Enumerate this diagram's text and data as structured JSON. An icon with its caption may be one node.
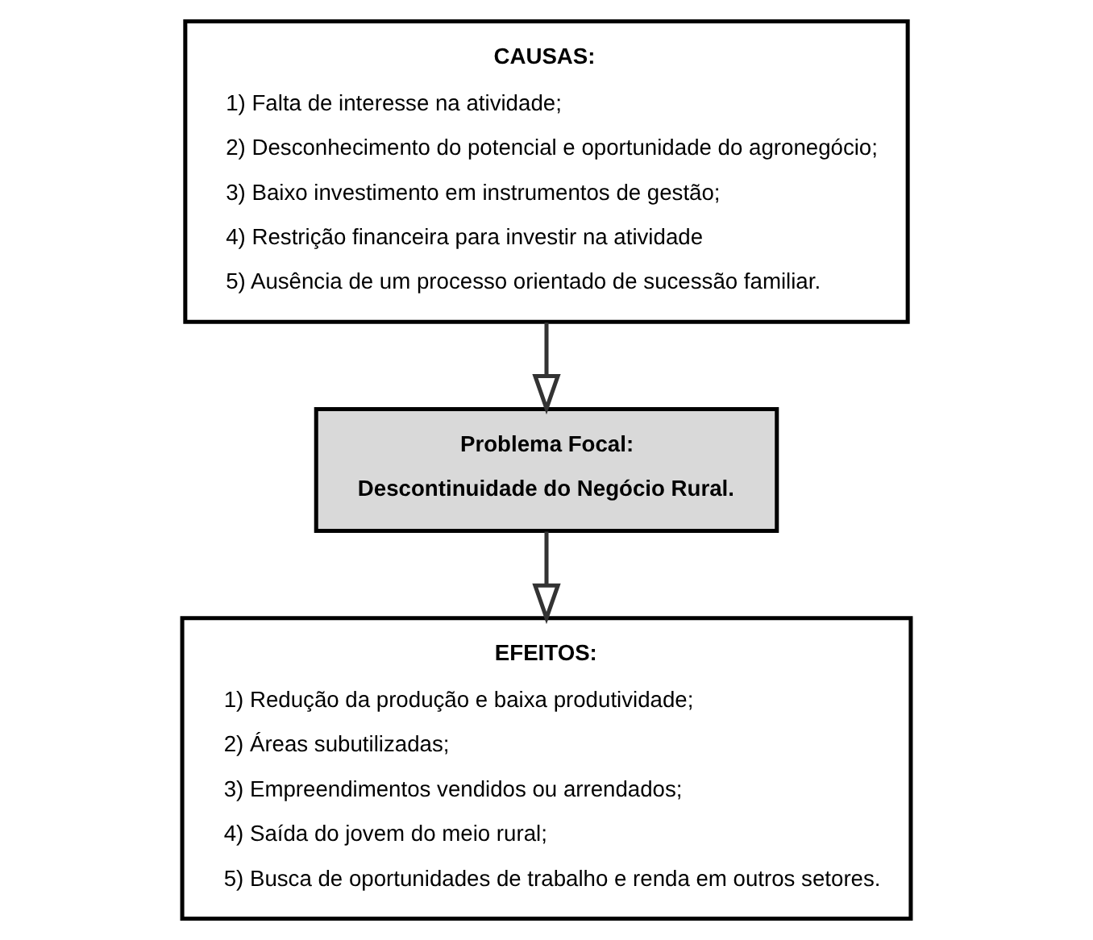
{
  "diagram": {
    "nodes": [
      {
        "text": [
          "CAUSAS:",
          "1) Falta de interesse na atividade;",
          "2) Desconhecimento do potencial e oportunidade do agronegócio;",
          "3) Baixo investimento em instrumentos de gestão;",
          "4) Restrição financeira para investir na atividade",
          "5) Ausência de um processo orientado de sucessão familiar."
        ]
      },
      {
        "text": [
          "Problema Focal:",
          "Descontinuidade do Negócio Rural."
        ]
      },
      {
        "text": [
          "EFEITOS:",
          "1) Redução da produção e baixa produtividade;",
          "2) Áreas subutilizadas;",
          "3) Empreendimentos vendidos ou arrendados;",
          "4) Saída do jovem do meio rural;",
          "5) Busca de oportunidades de trabalho e renda em outros setores."
        ]
      }
    ],
    "edges": [
      {
        "from": 0,
        "to": 1,
        "arrow": "to"
      },
      {
        "from": 1,
        "to": 2,
        "arrow": "to"
      }
    ]
  }
}
